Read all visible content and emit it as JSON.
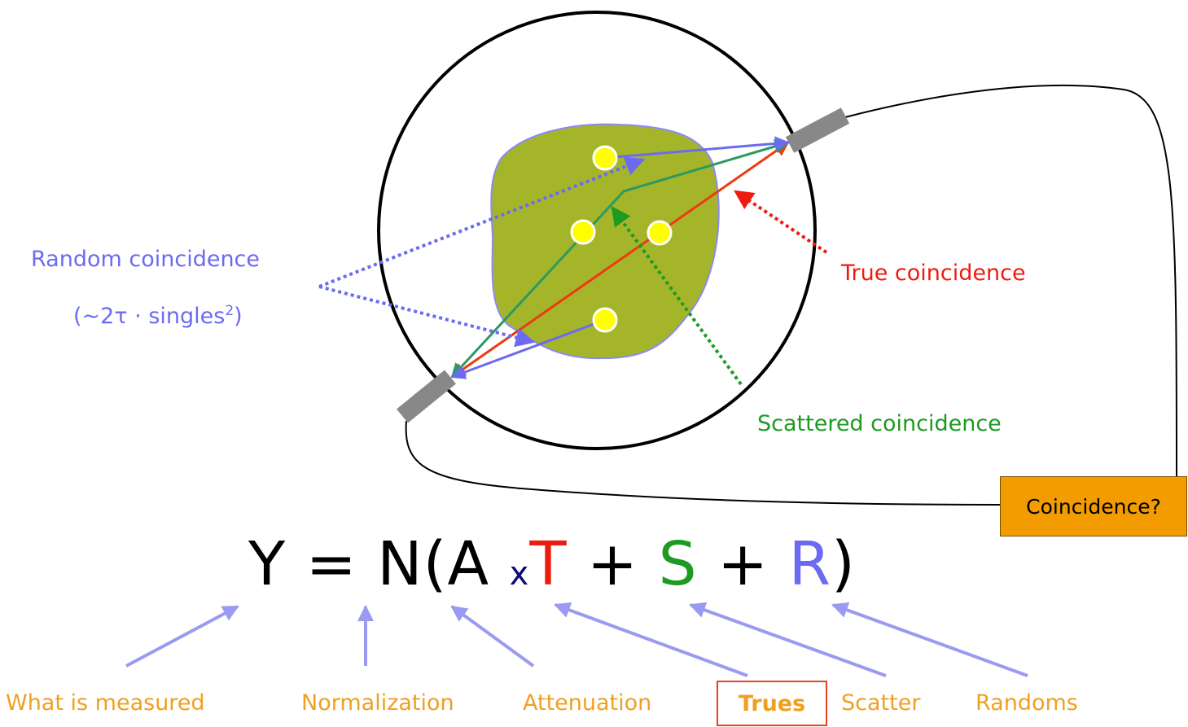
{
  "labels": {
    "random_title": "Random coincidence",
    "random_formula_prefix": "(~2τ · singles",
    "random_formula_sup": "2",
    "random_formula_suffix": ")",
    "true_coincidence": "True coincidence",
    "scattered_coincidence": "Scattered coincidence",
    "coincidence_box": "Coincidence?"
  },
  "equation": {
    "lhs": "Y",
    "equals": " = ",
    "n_open": "N(A ",
    "times": "x",
    "t": "T",
    "plus1": "  + ",
    "s": "S",
    "plus2": " + ",
    "r": "R",
    "close": ")"
  },
  "terms": {
    "measured": "What is measured",
    "normalization": "Normalization",
    "attenuation": "Attenuation",
    "trues": "Trues",
    "scatter": "Scatter",
    "randoms": "Randoms"
  },
  "colors": {
    "random": "#6b6bf2",
    "true": "#ee1c10",
    "scatter": "#1d9a22",
    "term": "#f0a020",
    "tissue": "#a5b52a",
    "source": "#ffff00",
    "detector": "#888888",
    "box": "#f29c00",
    "arrow": "#9a9af2"
  }
}
